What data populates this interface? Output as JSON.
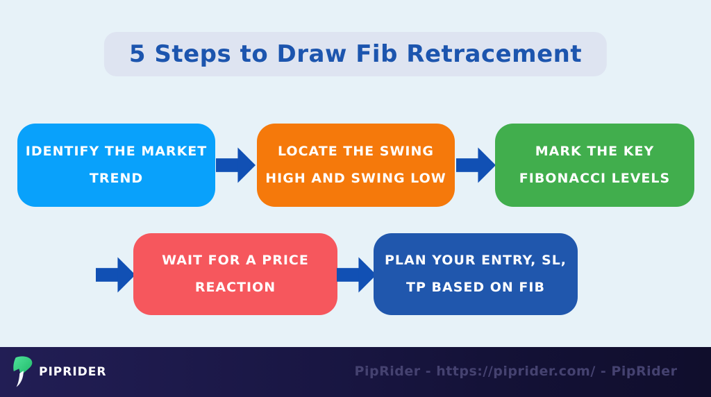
{
  "title": {
    "text": "5 Steps to Draw Fib Retracement",
    "text_color": "#1c55ae",
    "pill_color": "#dee4f1"
  },
  "steps": [
    {
      "label": "IDENTIFY THE MARKET\nTREND",
      "color": "#09a1fb"
    },
    {
      "label": "LOCATE THE SWING\nHIGH AND SWING LOW",
      "color": "#f5790b"
    },
    {
      "label": "MARK THE KEY\nFIBONACCI LEVELS",
      "color": "#41ae4d"
    },
    {
      "label": "WAIT FOR A PRICE\nREACTION",
      "color": "#f6575d"
    },
    {
      "label": "PLAN YOUR ENTRY, SL,\nTP BASED ON FIB",
      "color": "#2057ad"
    }
  ],
  "arrow": {
    "color": "#1150b4"
  },
  "footer": {
    "brand": "PIPRIDER",
    "caption": "PipRider - https://piprider.com/ - PipRider",
    "caption_color": "#454270",
    "brand_color": "#ffffff",
    "logo_green": "#3bd37f",
    "logo_white": "#f4f7fb"
  },
  "colors": {
    "canvas_background": "#e7f2f8",
    "footer_background_left": "#221e55",
    "footer_background_right": "#100e2c"
  }
}
